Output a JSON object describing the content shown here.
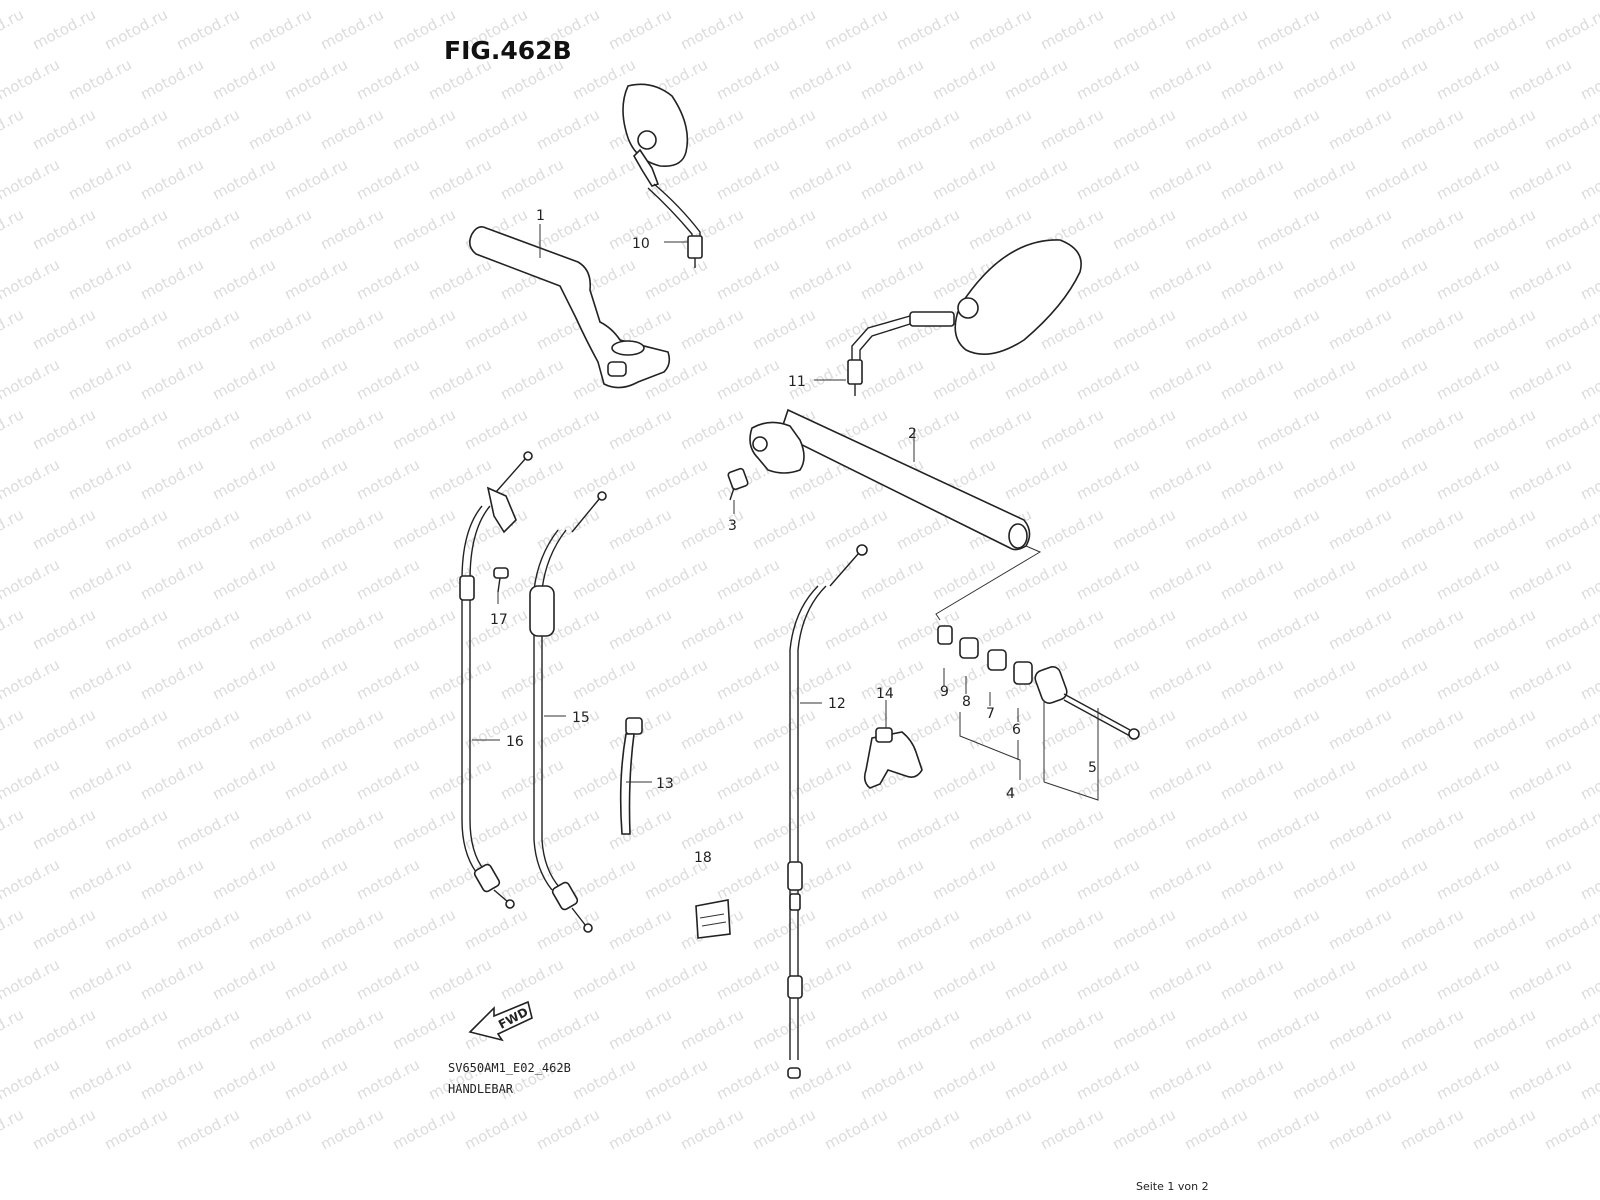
{
  "figure": {
    "title": "FIG.462B",
    "code": "SV650AM1_E02_462B",
    "name": "HANDLEBAR",
    "page": "Seite 1 von 2",
    "fwd_label": "FWD",
    "watermark": "motod.ru"
  },
  "parts": [
    {
      "id": "p1",
      "label": "1"
    },
    {
      "id": "p2",
      "label": "2"
    },
    {
      "id": "p3",
      "label": "3"
    },
    {
      "id": "p4",
      "label": "4"
    },
    {
      "id": "p5",
      "label": "5"
    },
    {
      "id": "p6",
      "label": "6"
    },
    {
      "id": "p7",
      "label": "7"
    },
    {
      "id": "p8",
      "label": "8"
    },
    {
      "id": "p9",
      "label": "9"
    },
    {
      "id": "p10",
      "label": "10"
    },
    {
      "id": "p11",
      "label": "11"
    },
    {
      "id": "p12",
      "label": "12"
    },
    {
      "id": "p13",
      "label": "13"
    },
    {
      "id": "p14",
      "label": "14"
    },
    {
      "id": "p15",
      "label": "15"
    },
    {
      "id": "p16",
      "label": "16"
    },
    {
      "id": "p17",
      "label": "17"
    },
    {
      "id": "p18",
      "label": "18"
    }
  ]
}
